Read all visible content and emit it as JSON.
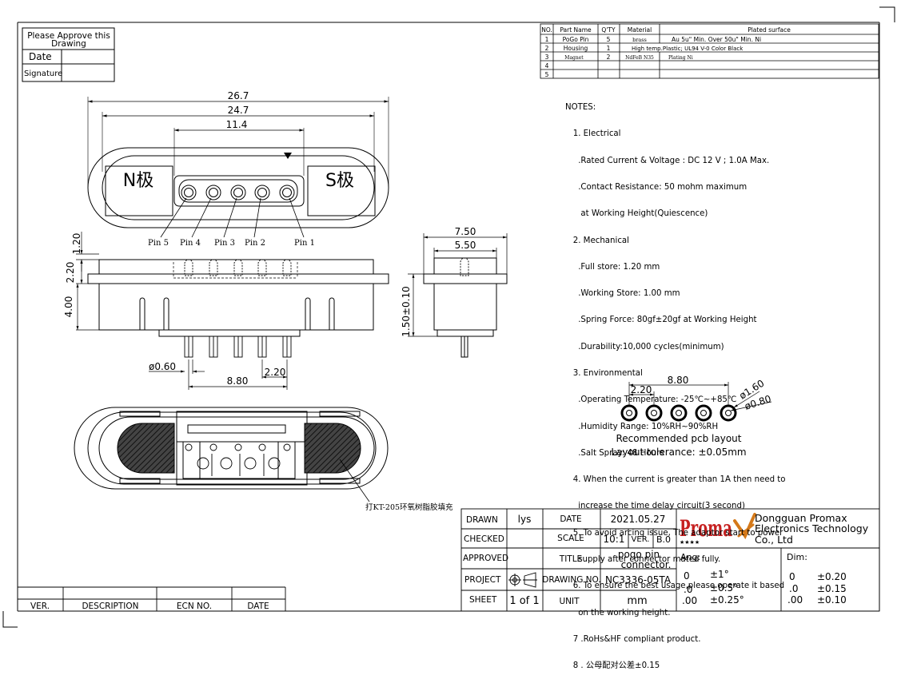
{
  "approval": {
    "title": "Please Approve this Drawing",
    "date_label": "Date",
    "signature_label": "Signature"
  },
  "bom": {
    "headers": [
      "NO.",
      "Part Name",
      "Q'TY",
      "Material",
      "Plated surface"
    ],
    "rows": [
      [
        "1",
        "PoGo Pin",
        "5",
        "brass",
        "Au 5u\" Min. Over 50u\" Min. Ni"
      ],
      [
        "2",
        "Housing",
        "1",
        "High temp.Plastic; UL94 V-0 Color Black",
        ""
      ],
      [
        "3",
        "Magnet",
        "2",
        "NdFeB N35",
        "Plating Ni"
      ],
      [
        "4",
        "",
        "",
        "",
        ""
      ],
      [
        "5",
        "",
        "",
        "",
        ""
      ]
    ]
  },
  "notes": [
    "NOTES:",
    "   1. Electrical",
    "     .Rated Current & Voltage : DC 12 V ; 1.0A Max.",
    "     .Contact Resistance: 50 mohm maximum",
    "      at Working Height(Quiescence)",
    "   2. Mechanical",
    "     .Full store: 1.20 mm",
    "     .Working Store: 1.00 mm",
    "     .Spring Force: 80gf±20gf at Working Height",
    "     .Durability:10,000 cycles(minimum)",
    "   3. Environmental",
    "     .Operating Temperature: -25℃~+85℃",
    "     .Humidity Range: 10%RH~90%RH",
    "     .Salt Spray: 48 Hours",
    "   4. When the current is greater than 1A then need to",
    "     increase the time delay circuit(3 second)",
    "   5. To avoid arcing issue, The adaptor start to power",
    "     supply after connector mated fully.",
    "   6. To ensure the best usage,please operate it based",
    "     on the working height.",
    "   7 .RoHs&HF compliant product.",
    "   8 . 公母配对公差±0.15"
  ],
  "top_view": {
    "dims": [
      "26.7",
      "24.7",
      "11.4"
    ],
    "n_label": "N极",
    "s_label": "S极",
    "pins": [
      "Pin 5",
      "Pin 4",
      "Pin 3",
      "Pin 2",
      "Pin 1"
    ]
  },
  "front_view": {
    "dims": [
      "1.20",
      "2.20",
      "4.00",
      "ø0.60",
      "2.20",
      "8.80"
    ]
  },
  "side_view": {
    "dims": [
      "7.50",
      "5.50",
      "1.50±0.10"
    ]
  },
  "pcb_layout": {
    "dims": [
      "8.80",
      "2.20",
      "ø1.60",
      "ø0.80"
    ],
    "caption": "Recommended pcb layout",
    "tolerance": "Layout tolerance: ±0.05mm"
  },
  "bottom_view": {
    "annotation": "打KT-205环氧树脂胶填充"
  },
  "revision": {
    "headers": [
      "VER.",
      "DESCRIPTION",
      "ECN NO.",
      "DATE"
    ]
  },
  "title_block": {
    "drawn_label": "DRAWN",
    "drawn_value": "lys",
    "checked_label": "CHECKED",
    "approved_label": "APPROVED",
    "project_label": "PROJECT",
    "sheet_label": "SHEET",
    "sheet_value": "1  of 1",
    "date_label": "DATE",
    "date_value": "2021.05.27",
    "scale_label": "SCALE",
    "scale_value": "10:1",
    "ver_label": "VER.",
    "ver_value": "B.0",
    "title_label": "TITLE",
    "title_line1": "pogo pin",
    "title_line2": "connector.",
    "drawing_no_label": "DRAWING NO.",
    "drawing_no_value": "NC3336-05TA",
    "unit_label": "UNIT",
    "unit_value": "mm",
    "logo_text": "Proma",
    "company_line1": "Dongguan Promax",
    "company_line2": "Electronics Technology",
    "company_line3": "Co., Ltd",
    "ang_label": "Ang:",
    "ang_rows": [
      [
        "0",
        "±1°"
      ],
      [
        ".0",
        "±0.5°"
      ],
      [
        ".00",
        "±0.25°"
      ]
    ],
    "dim_label": "Dim:",
    "dim_rows": [
      [
        "0",
        "±0.20"
      ],
      [
        ".0",
        "±0.15"
      ],
      [
        ".00",
        "±0.10"
      ]
    ]
  }
}
